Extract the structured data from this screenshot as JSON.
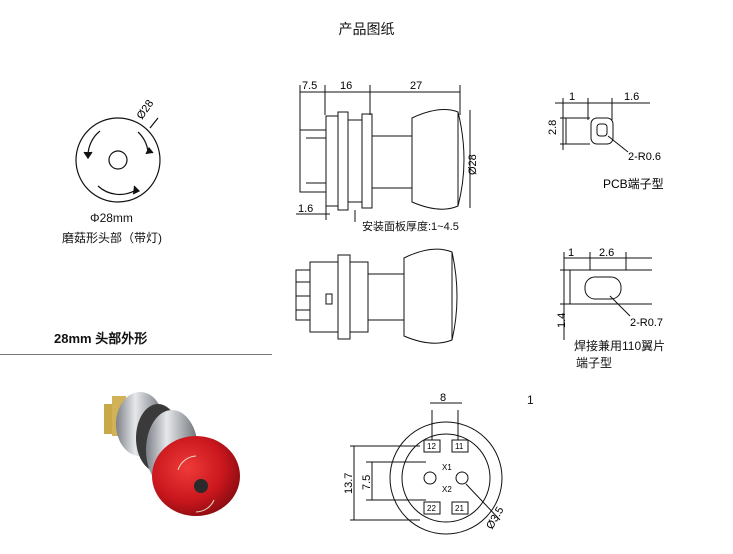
{
  "title": "产品图纸",
  "top_view": {
    "diameter_label": "Ø28",
    "size_label": "Φ28mm",
    "desc": "磨菇形头部（带灯)"
  },
  "side_view": {
    "dims": [
      "7.5",
      "16",
      "27",
      "1.6",
      "Ø28"
    ],
    "panel_note": "安装面板厚度:1~4.5"
  },
  "pcb_terminal": {
    "dims": [
      "1",
      "1.6",
      "2.8"
    ],
    "radius": "2-R0.6",
    "name": "PCB端子型"
  },
  "solder_terminal": {
    "dims": [
      "1",
      "2.6",
      "1.4"
    ],
    "radius": "2-R0.7",
    "name_line1": "焊接兼用110翼片",
    "name_line2": "端子型"
  },
  "head_section": {
    "heading": "28mm 头部外形"
  },
  "bottom_view": {
    "dims": [
      "8",
      "13.7",
      "7.5",
      "Ø3.5"
    ],
    "pins": [
      "12",
      "11",
      "22",
      "21",
      "X1",
      "X2"
    ],
    "page_number": "1"
  },
  "colors": {
    "line": "#111111",
    "button_red": "#c8161d",
    "metal": "#b8bcc2"
  }
}
